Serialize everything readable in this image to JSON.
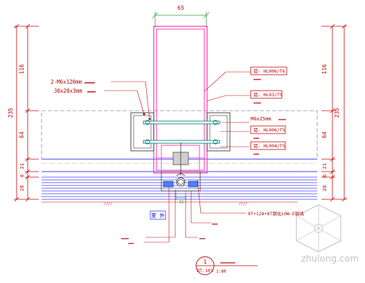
{
  "dimensions": {
    "top_width": "65",
    "left": [
      "116",
      "235",
      "64",
      "21",
      "6",
      "28"
    ],
    "right": [
      "116",
      "235",
      "64",
      "21",
      "6",
      "28"
    ],
    "bottom_center": "15"
  },
  "callouts_left": {
    "bolt": "2-M6x120mm",
    "angle": "30x20x3mm"
  },
  "callouts_right": {
    "label_1": "铝- HL006/T6",
    "label_2": "铝- HL93/T5",
    "label_3": "M6x25mm",
    "label_4": "铝- HL006/T5",
    "label_5": "铝- HL004/T5",
    "glass": "8T+12A+8T钢化LOW-E玻璃"
  },
  "room_label": "室 外",
  "title": {
    "number": "1",
    "code": "DT-101",
    "scale": "1:80"
  },
  "watermark": {
    "text": "zhulong.com"
  },
  "colors": {
    "mullion": "#ff2fb0",
    "structure_line": "#3a3aff",
    "annotation": "#b00000",
    "dimension": "#c00000",
    "leader_green": "#00a000"
  }
}
